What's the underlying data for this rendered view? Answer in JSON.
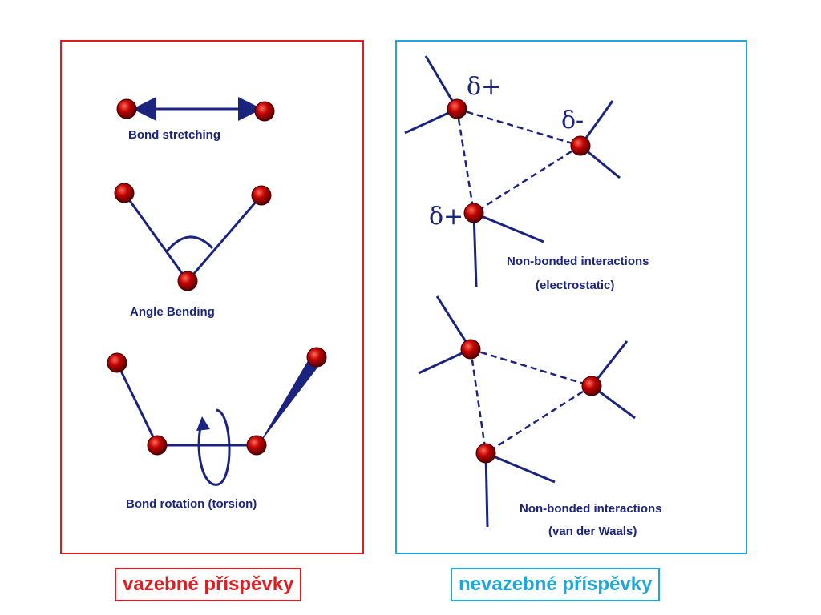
{
  "colors": {
    "bonded_frame": "#e21b23",
    "nonbonded_frame": "#1fa6dc",
    "diagram_ink": "#1a237e",
    "atom_fill": "#b00000"
  },
  "bonded": {
    "bond_stretching": "Bond stretching",
    "angle_bending": "Angle Bending",
    "torsion": "Bond rotation (torsion)"
  },
  "nonbonded": {
    "electrostatic_title": "Non-bonded interactions",
    "electrostatic_sub": "(electrostatic)",
    "vdw_title": "Non-bonded interactions",
    "vdw_sub": "(van der Waals)",
    "charge_positive": "δ+",
    "charge_negative": "δ-"
  },
  "captions": {
    "bonded": "vazebné příspěvky",
    "nonbonded": "nevazebné příspěvky"
  }
}
